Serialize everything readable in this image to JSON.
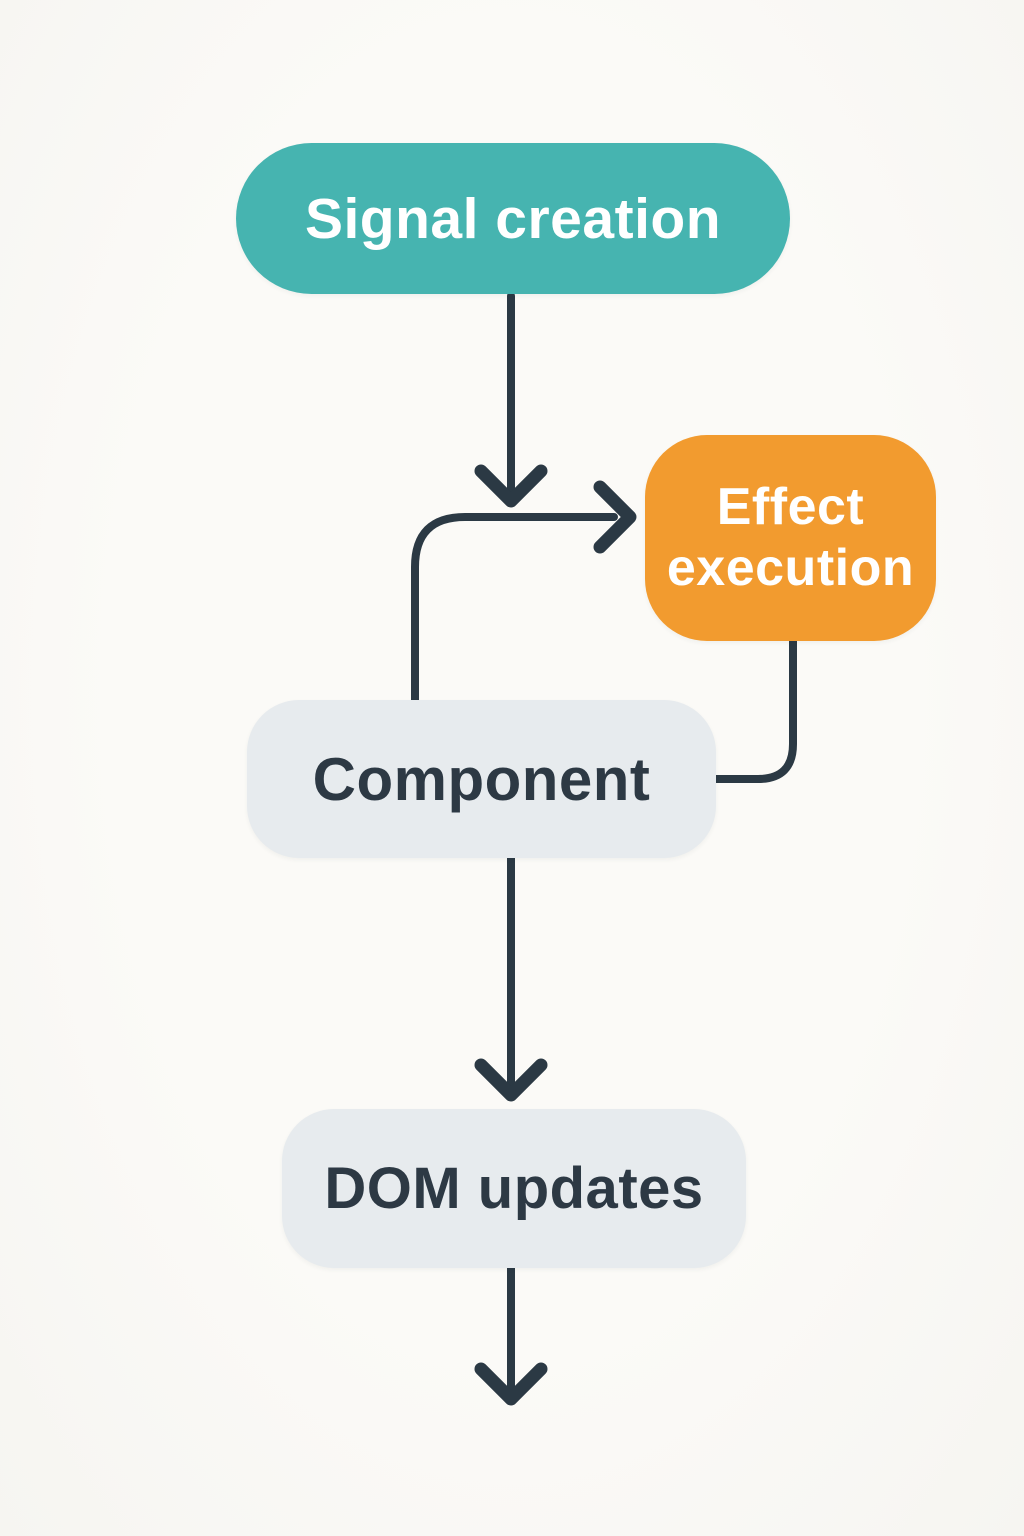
{
  "diagram": {
    "background_color": "#fbfaf7",
    "connector_color": "#2b3944",
    "nodes": [
      {
        "id": "signal-creation",
        "label": "Signal creation",
        "fill": "#46b4b0",
        "text_color": "#ffffff",
        "shape": "pill"
      },
      {
        "id": "effect-execution",
        "label": "Effect execution",
        "lines": [
          "Effect",
          "execution"
        ],
        "fill": "#f29b2f",
        "text_color": "#ffffff",
        "shape": "rounded"
      },
      {
        "id": "component",
        "label": "Component",
        "fill": "#e7ebee",
        "text_color": "#2d3944",
        "shape": "rounded"
      },
      {
        "id": "dom-updates",
        "label": "DOM updates",
        "fill": "#e7ebee",
        "text_color": "#2d3944",
        "shape": "rounded"
      }
    ],
    "edges": [
      {
        "from": "signal-creation",
        "to": "effect-execution",
        "arrowhead": true
      },
      {
        "from": "component",
        "to": "effect-execution",
        "arrowhead": true
      },
      {
        "from": "effect-execution",
        "to": "component",
        "arrowhead": false
      },
      {
        "from": "component",
        "to": "dom-updates",
        "arrowhead": true
      },
      {
        "from": "dom-updates",
        "to": "out",
        "arrowhead": true
      }
    ]
  }
}
